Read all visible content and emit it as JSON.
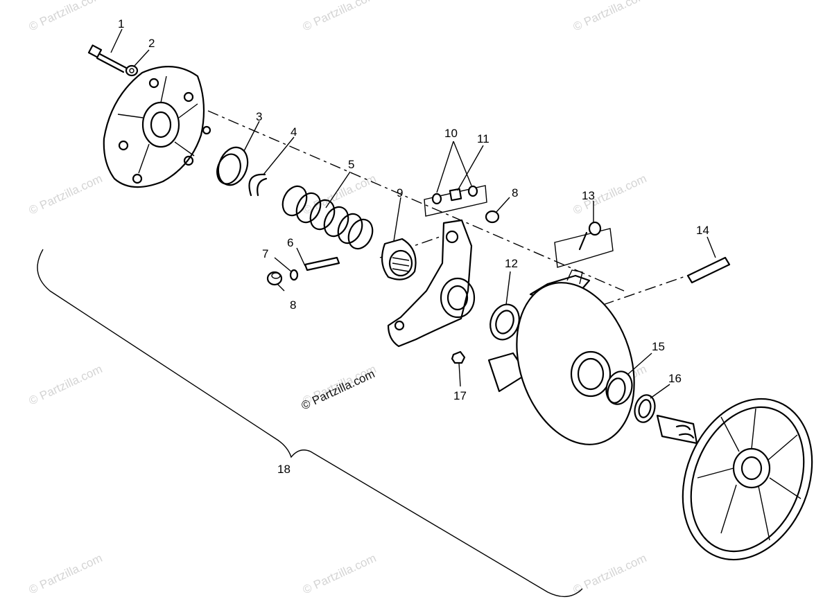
{
  "watermarks": [
    "© Partzilla.com",
    "© Partzilla.com",
    "© Partzilla.com",
    "© Partzilla.com",
    "© Partzilla.com",
    "© Partzilla.com",
    "© Partzilla.com",
    "© Partzilla.com",
    "© Partzilla.com",
    "© Partzilla.com",
    "© Partzilla.com",
    "© Partzilla.com"
  ],
  "center_watermark": "© Partzilla.com",
  "callouts": {
    "c1": "1",
    "c2": "2",
    "c3": "3",
    "c4": "4",
    "c5": "5",
    "c6": "6",
    "c7": "7",
    "c8a": "8",
    "c8b": "8",
    "c9": "9",
    "c10": "10",
    "c11": "11",
    "c12": "12",
    "c13": "13",
    "c14": "14",
    "c15": "15",
    "c16": "16",
    "c17": "17",
    "c18": "18"
  }
}
